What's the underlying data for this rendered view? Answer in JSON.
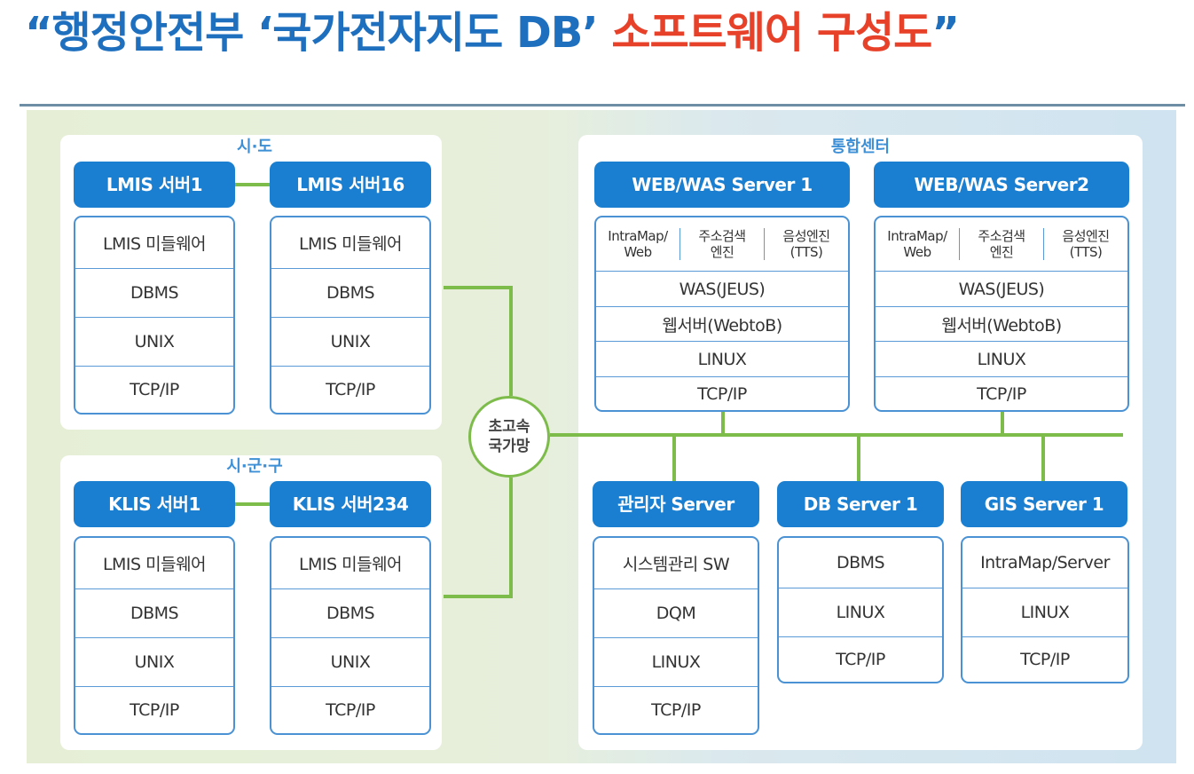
{
  "title": {
    "part1": "“행정안전부 ‘국가전자지도 DB’ ",
    "part2": "소프트웨어 구성도",
    "part3": "”",
    "colors": {
      "blue": "#1f6fbf",
      "red": "#e8412a"
    }
  },
  "sido": {
    "label": "시·도",
    "server_a": "LMIS 서버1",
    "server_b": "LMIS 서버16",
    "stack": [
      "LMIS 미들웨어",
      "DBMS",
      "UNIX",
      "TCP/IP"
    ]
  },
  "sigungu": {
    "label": "시·군·구",
    "server_a": "KLIS 서버1",
    "server_b": "KLIS 서버234",
    "stack": [
      "LMIS 미들웨어",
      "DBMS",
      "UNIX",
      "TCP/IP"
    ]
  },
  "hub": {
    "label": "초고속\n국가망"
  },
  "center": {
    "label": "통합센터",
    "web1": {
      "title": "WEB/WAS Server 1",
      "cells": [
        "IntraMap/\nWeb",
        "주소검색\n엔진",
        "음성엔진\n(TTS)"
      ],
      "rows": [
        "WAS(JEUS)",
        "웹서버(WebtoB)",
        "LINUX",
        "TCP/IP"
      ]
    },
    "web2": {
      "title": "WEB/WAS Server2",
      "cells": [
        "IntraMap/\nWeb",
        "주소검색\n엔진",
        "음성엔진\n(TTS)"
      ],
      "rows": [
        "WAS(JEUS)",
        "웹서버(WebtoB)",
        "LINUX",
        "TCP/IP"
      ]
    },
    "admin": {
      "title": "관리자 Server",
      "rows": [
        "시스템관리 SW",
        "DQM",
        "LINUX",
        "TCP/IP"
      ]
    },
    "db": {
      "title": "DB Server 1",
      "rows": [
        "DBMS",
        "LINUX",
        "TCP/IP"
      ]
    },
    "gis": {
      "title": "GIS Server 1",
      "rows": [
        "IntraMap/Server",
        "LINUX",
        "TCP/IP"
      ]
    }
  },
  "colors": {
    "header": "#1a7fd0",
    "line": "#7dbb4b",
    "border": "#4a92d4",
    "label": "#3d8fd6"
  }
}
